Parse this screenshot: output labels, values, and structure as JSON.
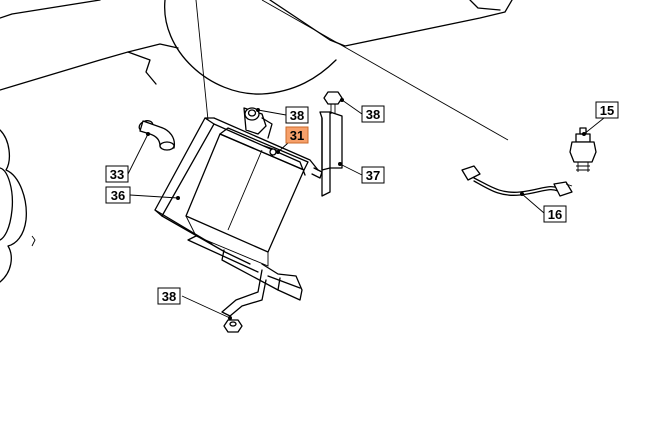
{
  "labels": {
    "p38_top": "38",
    "p31": "31",
    "p38_bolt": "38",
    "p15": "15",
    "p33": "33",
    "p36": "36",
    "p37": "37",
    "p16": "16",
    "p38_bottom": "38"
  },
  "colors": {
    "line": "#000000",
    "background": "#ffffff",
    "highlight": "#f6a06a"
  }
}
